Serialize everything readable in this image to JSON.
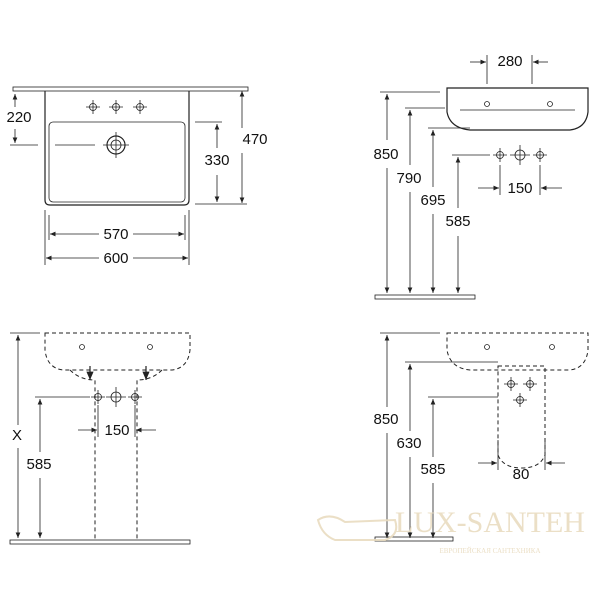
{
  "top_view": {
    "dim_tap_to_drain": "220",
    "dim_bowl_depth": "330",
    "dim_total_depth": "470",
    "dim_bowl_width": "570",
    "dim_total_width": "600"
  },
  "side_view": {
    "dim_280": "280",
    "dim_850": "850",
    "dim_790": "790",
    "dim_695": "695",
    "dim_585": "585",
    "dim_tap_spacing": "150"
  },
  "pedestal_front_view": {
    "dim_x": "X",
    "dim_585": "585",
    "dim_tap_spacing": "150"
  },
  "pedestal_side_view": {
    "dim_850": "850",
    "dim_630": "630",
    "dim_585": "585",
    "dim_80": "80"
  },
  "watermark": {
    "brand": "LUX-SANTEH",
    "tagline": "ЕВРОПЕЙСКАЯ САНТЕХНИКА"
  }
}
